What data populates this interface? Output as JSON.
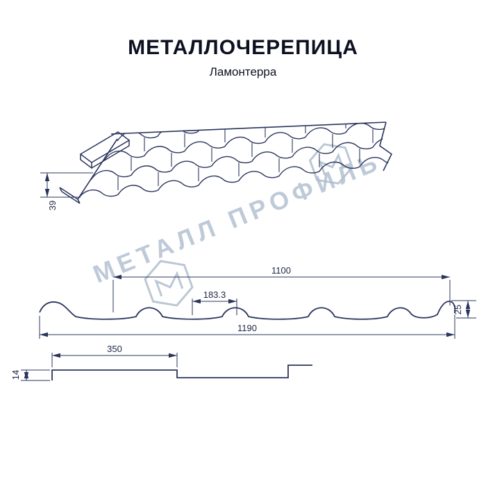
{
  "header": {
    "title": "МЕТАЛЛОЧЕРЕПИЦА",
    "subtitle": "Ламонтерра"
  },
  "watermark": {
    "text": "МЕТАЛЛ ПРОФИЛЬ",
    "color": "#afbdce"
  },
  "colors": {
    "line": "#29345c",
    "text": "#1c2547"
  },
  "roof_view": {
    "eave_height": "39"
  },
  "profile_view": {
    "cover_width": "1100",
    "wave_pitch": "183.3",
    "profile_height": "25",
    "full_width": "1190"
  },
  "overlap_view": {
    "module_length": "350",
    "step_height": "14"
  }
}
